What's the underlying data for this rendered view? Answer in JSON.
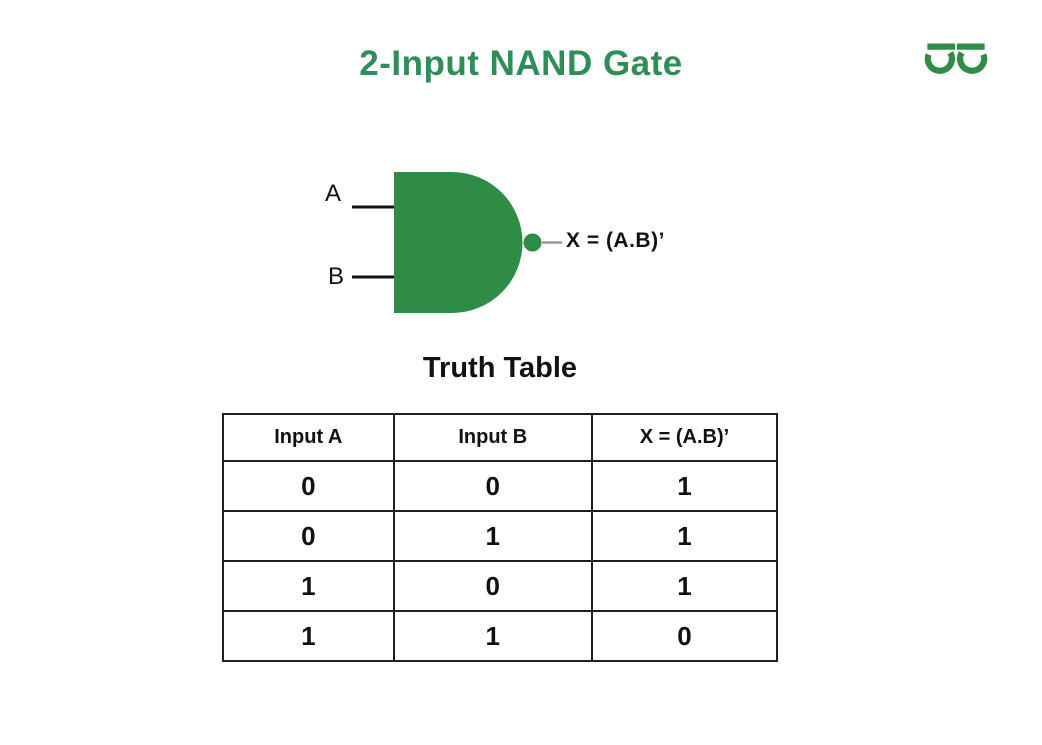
{
  "page": {
    "background_color": "#ffffff"
  },
  "header": {
    "title": "2-Input NAND Gate",
    "title_color": "#2f8d58",
    "logo": "geeksforgeeks-logo",
    "logo_color": "#2f8d46"
  },
  "gate": {
    "type": "NAND",
    "fill_color": "#2f8c47",
    "input_a_label": "A",
    "input_b_label": "B",
    "output_label": "X = (A.B)’",
    "input_line_color": "#111111",
    "output_line_color": "#999999"
  },
  "truth_table": {
    "heading": "Truth Table",
    "columns": [
      "Input A",
      "Input B",
      "X = (A.B)’"
    ],
    "rows": [
      [
        "0",
        "0",
        "1"
      ],
      [
        "0",
        "1",
        "1"
      ],
      [
        "1",
        "0",
        "1"
      ],
      [
        "1",
        "1",
        "0"
      ]
    ]
  }
}
